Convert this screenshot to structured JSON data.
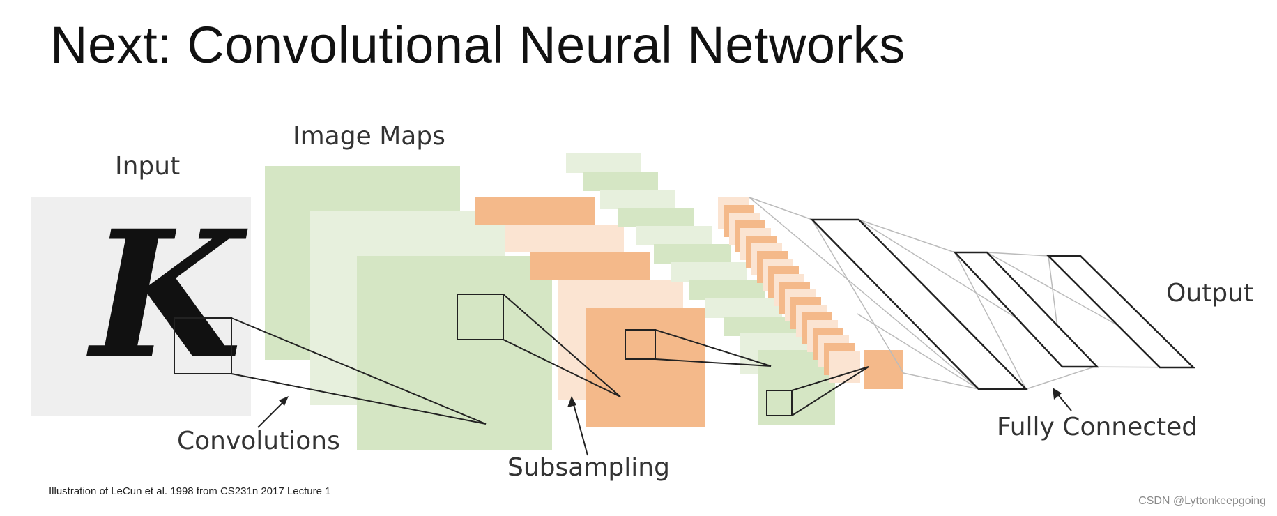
{
  "slide": {
    "title": "Next: Convolutional Neural Networks",
    "labels": {
      "input": "Input",
      "image_maps": "Image Maps",
      "convolutions": "Convolutions",
      "subsampling": "Subsampling",
      "fully_connected": "Fully Connected",
      "output": "Output"
    },
    "input_glyph": "K",
    "caption": "Illustration of LeCun et al. 1998 from CS231n 2017 Lecture 1",
    "watermark": "CSDN @Lyttonkeepgoing"
  },
  "colors": {
    "background": "#ffffff",
    "input_panel": "#efefef",
    "green_dark": "#d5e6c4",
    "green_light": "#e7f0dd",
    "orange": "#f4b98a",
    "orange_light": "#fbe4d2",
    "outline": "#222222",
    "connection": "#bbbbbb"
  }
}
